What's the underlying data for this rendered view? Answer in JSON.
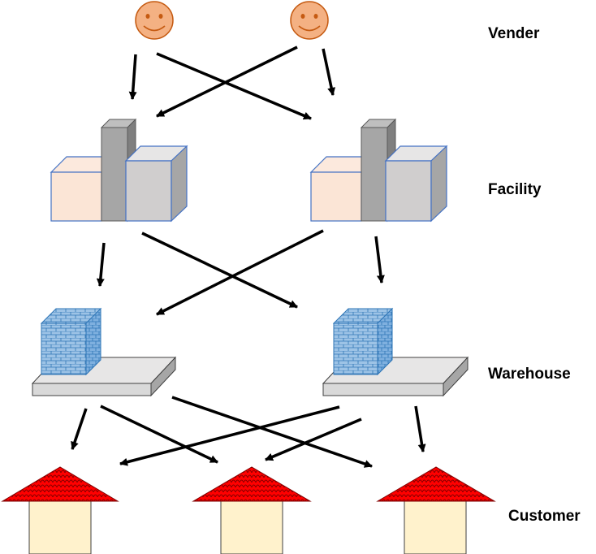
{
  "labels": {
    "vender": "Vender",
    "facility": "Facility",
    "warehouse": "Warehouse",
    "customer": "Customer"
  },
  "colors": {
    "smiley_fill": "#f4b183",
    "smiley_stroke": "#c55a11",
    "facility_left": "#fbe5d6",
    "facility_tower": "#a6a6a6",
    "facility_right": "#d0cece",
    "facility_outline": "#4472c4",
    "warehouse_block": "#9dc3e6",
    "warehouse_brick_lines": "#2e75b6",
    "warehouse_base": "#d9d9d9",
    "roof_red": "#ff0000",
    "roof_tile_lines": "#7f0000",
    "house_wall": "#fff2cc",
    "arrow": "#000000"
  },
  "icons": [
    "smiley-face-icon",
    "factory-icon",
    "warehouse-icon",
    "house-icon"
  ]
}
